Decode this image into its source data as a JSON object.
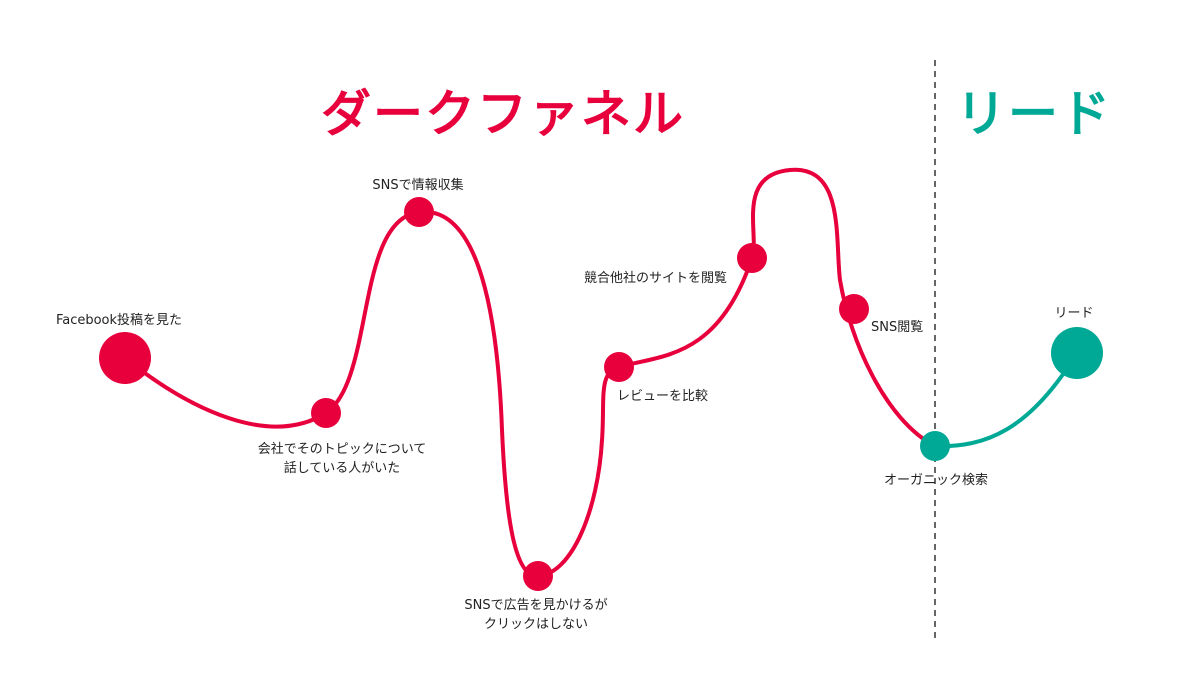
{
  "titles": {
    "dark_funnel": "ダークファネル",
    "lead": "リード"
  },
  "steps": [
    {
      "id": "facebook",
      "lines": [
        "Facebook投稿を見た"
      ]
    },
    {
      "id": "word-of-mouth",
      "lines": [
        "会社でそのトピックについて",
        "話している人がいた"
      ]
    },
    {
      "id": "sns-research",
      "lines": [
        "SNSで情報収集"
      ]
    },
    {
      "id": "sns-ad",
      "lines": [
        "SNSで広告を見かけるが",
        "クリックはしない"
      ]
    },
    {
      "id": "review",
      "lines": [
        "レビューを比較"
      ]
    },
    {
      "id": "competitor",
      "lines": [
        "競合他社のサイトを閲覧"
      ]
    },
    {
      "id": "sns-browse",
      "lines": [
        "SNS閲覧"
      ]
    },
    {
      "id": "organic",
      "lines": [
        "オーガニック検索"
      ]
    },
    {
      "id": "lead",
      "lines": [
        "リード"
      ]
    }
  ],
  "colors": {
    "dark_funnel": "#E8003D",
    "lead": "#00A896",
    "divider": "#333333",
    "text": "#222222"
  }
}
